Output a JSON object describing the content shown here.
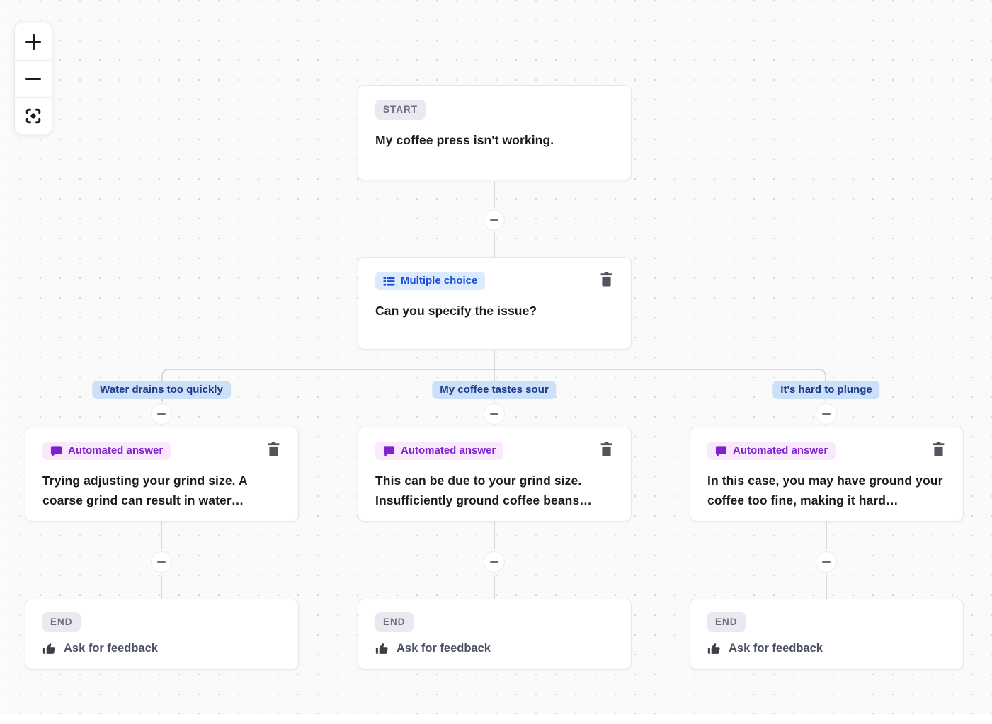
{
  "canvas": {
    "background": "#fbfafb",
    "dot_color": "#d8d6dc",
    "connector_color": "#d9d7dd"
  },
  "zoom_controls": {
    "buttons": [
      {
        "icon": "plus-icon",
        "action": "zoom-in"
      },
      {
        "icon": "minus-icon",
        "action": "zoom-out"
      },
      {
        "icon": "focus-center-icon",
        "action": "fit-view"
      }
    ]
  },
  "nodes": {
    "start": {
      "badge_label": "START",
      "text": "My coffee press isn't working."
    },
    "question": {
      "badge_label": "Multiple choice",
      "badge_icon": "list-icon",
      "text": "Can you specify the issue?",
      "trash_icon": "trash-icon"
    },
    "branches": [
      {
        "label": "Water drains too quickly",
        "answer": {
          "badge_label": "Automated answer",
          "badge_icon": "chat-bubble-icon",
          "text": "Trying adjusting your grind size. A coarse grind can result in water…",
          "trash_icon": "trash-icon"
        },
        "end": {
          "badge_label": "END",
          "action_icon": "thumbs-up-icon",
          "action_label": "Ask for feedback"
        }
      },
      {
        "label": "My coffee tastes sour",
        "answer": {
          "badge_label": "Automated answer",
          "badge_icon": "chat-bubble-icon",
          "text": "This can be due to your grind size. Insufficiently ground coffee beans…",
          "trash_icon": "trash-icon"
        },
        "end": {
          "badge_label": "END",
          "action_icon": "thumbs-up-icon",
          "action_label": "Ask for feedback"
        }
      },
      {
        "label": "It's hard to plunge",
        "answer": {
          "badge_label": "Automated answer",
          "badge_icon": "chat-bubble-icon",
          "text": "In this case, you may have ground your coffee too fine, making it hard…",
          "trash_icon": "trash-icon"
        },
        "end": {
          "badge_label": "END",
          "action_icon": "thumbs-up-icon",
          "action_label": "Ask for feedback"
        }
      }
    ]
  },
  "colors": {
    "badge_neutral_bg": "#eae8f0",
    "badge_neutral_text": "#6e6d78",
    "badge_blue_bg": "#dbeafe",
    "badge_blue_text": "#1d4ed8",
    "badge_purple_bg": "#fae8fd",
    "badge_purple_text": "#7e22ce",
    "branch_pill_bg": "#cce0f9",
    "branch_pill_text": "#1e3a8a",
    "card_text": "#1c1b1f",
    "trash_icon": "#55545e"
  }
}
